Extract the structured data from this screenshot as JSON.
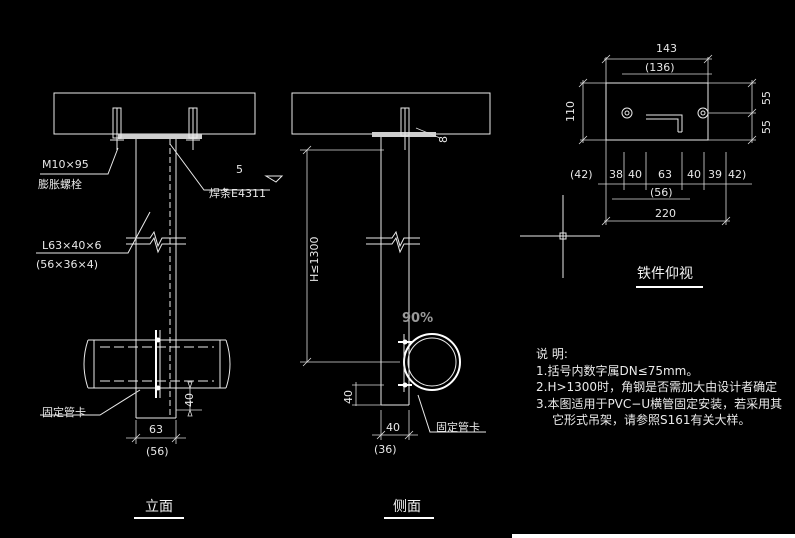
{
  "front_view": {
    "bolt_label": "M10×95",
    "bolt_name": "膨胀螺栓",
    "weld_size": "5",
    "weld_rod": "焊条E4311",
    "angle_label": "L63×40×6",
    "angle_label_alt": "(56×36×4)",
    "clamp_label": "固定管卡",
    "dim_40": "40",
    "dim_63": "63",
    "dim_56": "(56)",
    "title": "立面"
  },
  "side_view": {
    "dim_8": "8",
    "height_label": "H≤1300",
    "percent": "90%",
    "dim_40_v": "40",
    "dim_40": "40",
    "dim_36": "(36)",
    "clamp_label": "固定管卡",
    "title": "侧面"
  },
  "plate_view": {
    "dim_top": "143",
    "dim_top_alt": "(136)",
    "dim_height": "110",
    "dim_55a": "55",
    "dim_55b": "55",
    "dim_42l": "(42)",
    "dim_38": "38",
    "dim_40a": "40",
    "dim_63": "63",
    "dim_40b": "40",
    "dim_39": "39",
    "dim_42r": "42)",
    "dim_56": "(56)",
    "dim_220": "220",
    "title": "铁件仰视"
  },
  "notes": {
    "heading": "说  明:",
    "line1": "1.括号内数字属DN≤75mm。",
    "line2": "2.H>1300时，角钢是否需加大由设计者确定",
    "line3": "3.本图适用于PVC−U横管固定安装，若采用其",
    "line4": "它形式吊架，请参照S161有关大样。"
  }
}
